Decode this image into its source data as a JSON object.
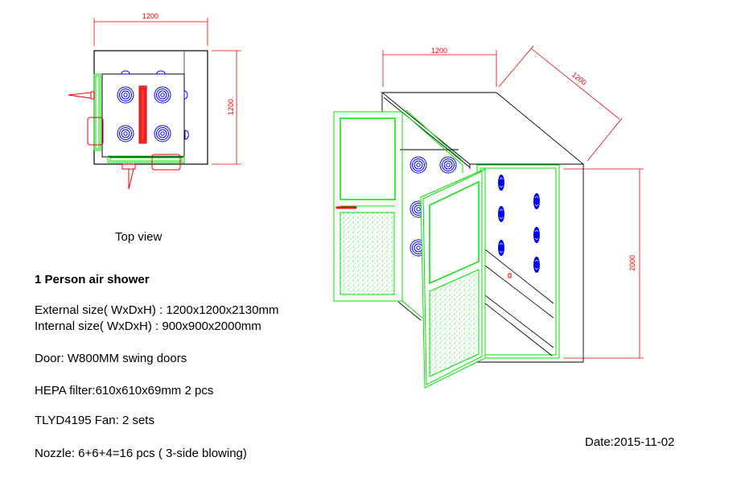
{
  "top_view": {
    "width_dim": "1200",
    "depth_dim": "1200",
    "caption": "Top view"
  },
  "iso_view": {
    "width_dim": "1200",
    "depth_dim": "1200",
    "height_dim": "2000"
  },
  "specs": {
    "title": "1 Person air shower",
    "external_size": "External size(  WxDxH)  : 1200x1200x2130mm",
    "internal_size": "Internal size(  WxDxH)  :  900x900x2000mm",
    "door": "Door: W800MM swing doors",
    "hepa": "HEPA filter:610x610x69mm 2 pcs",
    "fan": "TLYD4195 Fan: 2 sets",
    "nozzle": "Nozzle: 6+6+4=16 pcs (  3-side blowing)"
  },
  "date": "Date:2015-11-02",
  "colors": {
    "dimension": "#ff0000",
    "door": "#00e000",
    "nozzle": "#0000ff",
    "outline": "#000000"
  }
}
